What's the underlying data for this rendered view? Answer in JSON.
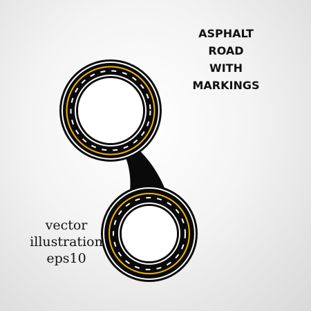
{
  "title_lines": [
    "ASPHALT",
    "ROAD",
    "WITH",
    "MARKINGS"
  ],
  "caption_lines": [
    "vector",
    "illustration",
    "eps10"
  ],
  "colors": {
    "asphalt": "#0a0a0a",
    "edge_line": "#ffffff",
    "center_line": "#f2b705",
    "lane_dash": "#ffffff"
  }
}
